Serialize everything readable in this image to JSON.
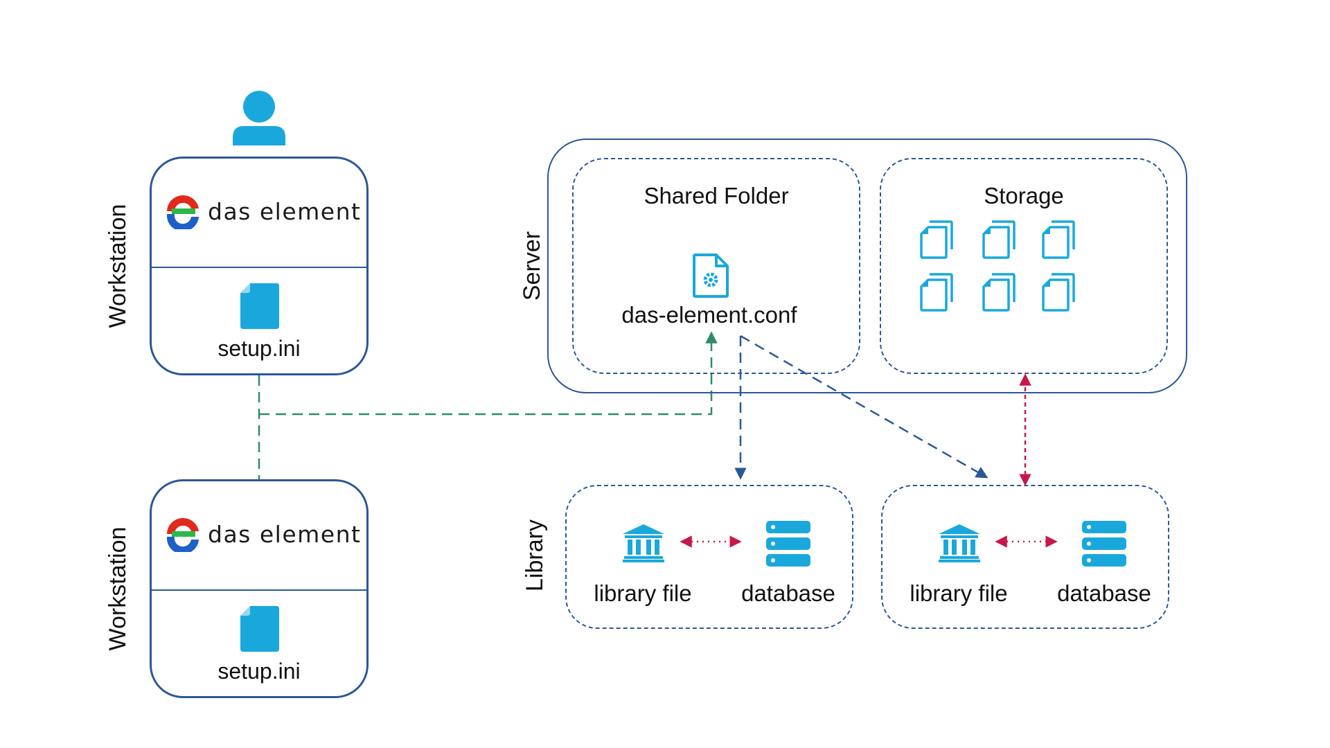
{
  "colors": {
    "box_stroke": "#2b5797",
    "icon_fill": "#1aa8dc",
    "workstation_link": "#2e8b6e",
    "server_flow": "#2b5797",
    "storage_sync": "#c8174a",
    "brand_red": "#e02a1c",
    "brand_green": "#2db84a",
    "brand_blue": "#1f5fc8"
  },
  "user": {
    "icon": "user-icon"
  },
  "workstations": [
    {
      "side_label": "Workstation",
      "brand": "das element",
      "file_icon": "file-icon",
      "file_label": "setup.ini"
    },
    {
      "side_label": "Workstation",
      "brand": "das element",
      "file_icon": "file-icon",
      "file_label": "setup.ini"
    }
  ],
  "server": {
    "side_label": "Server",
    "shared_folder": {
      "title": "Shared Folder",
      "file_icon": "settings-file-icon",
      "file_label": "das-element.conf"
    },
    "storage": {
      "title": "Storage",
      "file_icons": [
        "files-icon",
        "files-icon",
        "files-icon",
        "files-icon",
        "files-icon",
        "files-icon"
      ]
    }
  },
  "library": {
    "side_label": "Library",
    "groups": [
      {
        "library_icon": "bank-icon",
        "library_label": "library file",
        "database_icon": "database-icon",
        "database_label": "database"
      },
      {
        "library_icon": "bank-icon",
        "library_label": "library file",
        "database_icon": "database-icon",
        "database_label": "database"
      }
    ]
  }
}
